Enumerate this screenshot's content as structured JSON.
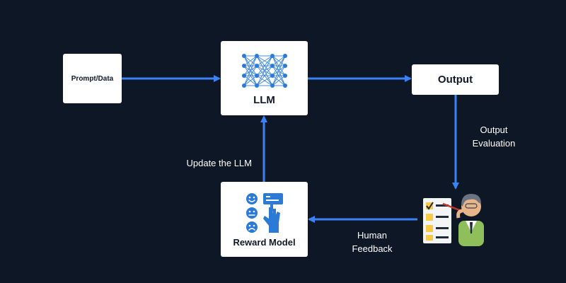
{
  "nodes": {
    "prompt": "Prompt/Data",
    "llm": "LLM",
    "output": "Output",
    "reward_model": "Reward Model"
  },
  "edges": {
    "output_evaluation": "Output\nEvaluation",
    "human_feedback": "Human\nFeedback",
    "update_llm": "Update the LLM"
  },
  "colors": {
    "background": "#0e1726",
    "arrow": "#3b82f6",
    "box": "#ffffff",
    "icon_blue": "#2b7bd6"
  },
  "icons": {
    "llm": "neural-network-icon",
    "reward_model": "reward-model-faces-icon",
    "evaluator": "human-evaluator-icon"
  }
}
